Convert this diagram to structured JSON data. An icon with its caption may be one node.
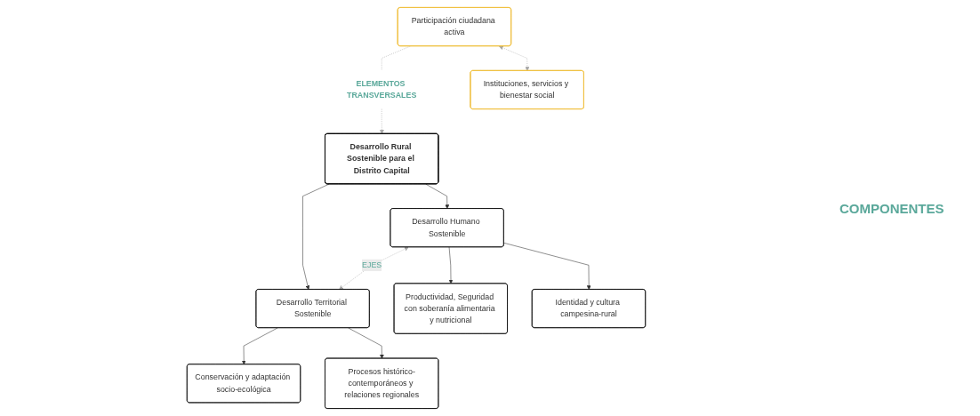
{
  "diagram": {
    "nodes": [
      {
        "text": [
          "ELEMENTOS TRANSVERSALES"
        ]
      },
      {
        "text": [
          "Desarrollo Rural Sostenible para el Distrito Capital"
        ]
      },
      {
        "text": [
          "Participación ciudadana activa"
        ]
      },
      {
        "text": [
          "Instituciones, servicios y bienestar social"
        ]
      },
      {
        "text": [
          "Desarrollo Humano Sostenible"
        ]
      },
      {
        "text": [
          "Desarrollo Territorial Sostenible"
        ]
      },
      {
        "text": [
          "Productividad, Seguridad con soberanía alimentaria y nutricional"
        ]
      },
      {
        "text": [
          "Identidad y cultura campesina-rural"
        ]
      },
      {
        "text": [
          "Conservación y adaptación socio-ecológica"
        ]
      },
      {
        "text": [
          "Procesos histórico-contemporáneos y relaciones regionales"
        ]
      }
    ],
    "edges": [
      {
        "from": 0,
        "to": 1,
        "arrow": "to",
        "style": "dashed",
        "color": "#a6a6a6"
      },
      {
        "from": 2,
        "to": 0,
        "arrow": "none",
        "style": "dashed",
        "color": "#a6a6a6"
      },
      {
        "from": 2,
        "to": 3,
        "arrow": "both",
        "style": "dashed",
        "color": "#a6a6a6"
      },
      {
        "from": 1,
        "to": 4,
        "arrow": "to"
      },
      {
        "from": 1,
        "to": 5,
        "arrow": "to"
      },
      {
        "from": 4,
        "to": 5,
        "arrow": "both",
        "label": "EJES",
        "style": "dashed",
        "color": "#a6a6a6"
      },
      {
        "from": 4,
        "to": 6,
        "arrow": "to"
      },
      {
        "from": 4,
        "to": 7,
        "arrow": "to"
      },
      {
        "from": 5,
        "to": 8,
        "arrow": "to"
      },
      {
        "from": 5,
        "to": 9,
        "arrow": "to"
      }
    ],
    "labels": [
      "COMPONENTES"
    ]
  }
}
